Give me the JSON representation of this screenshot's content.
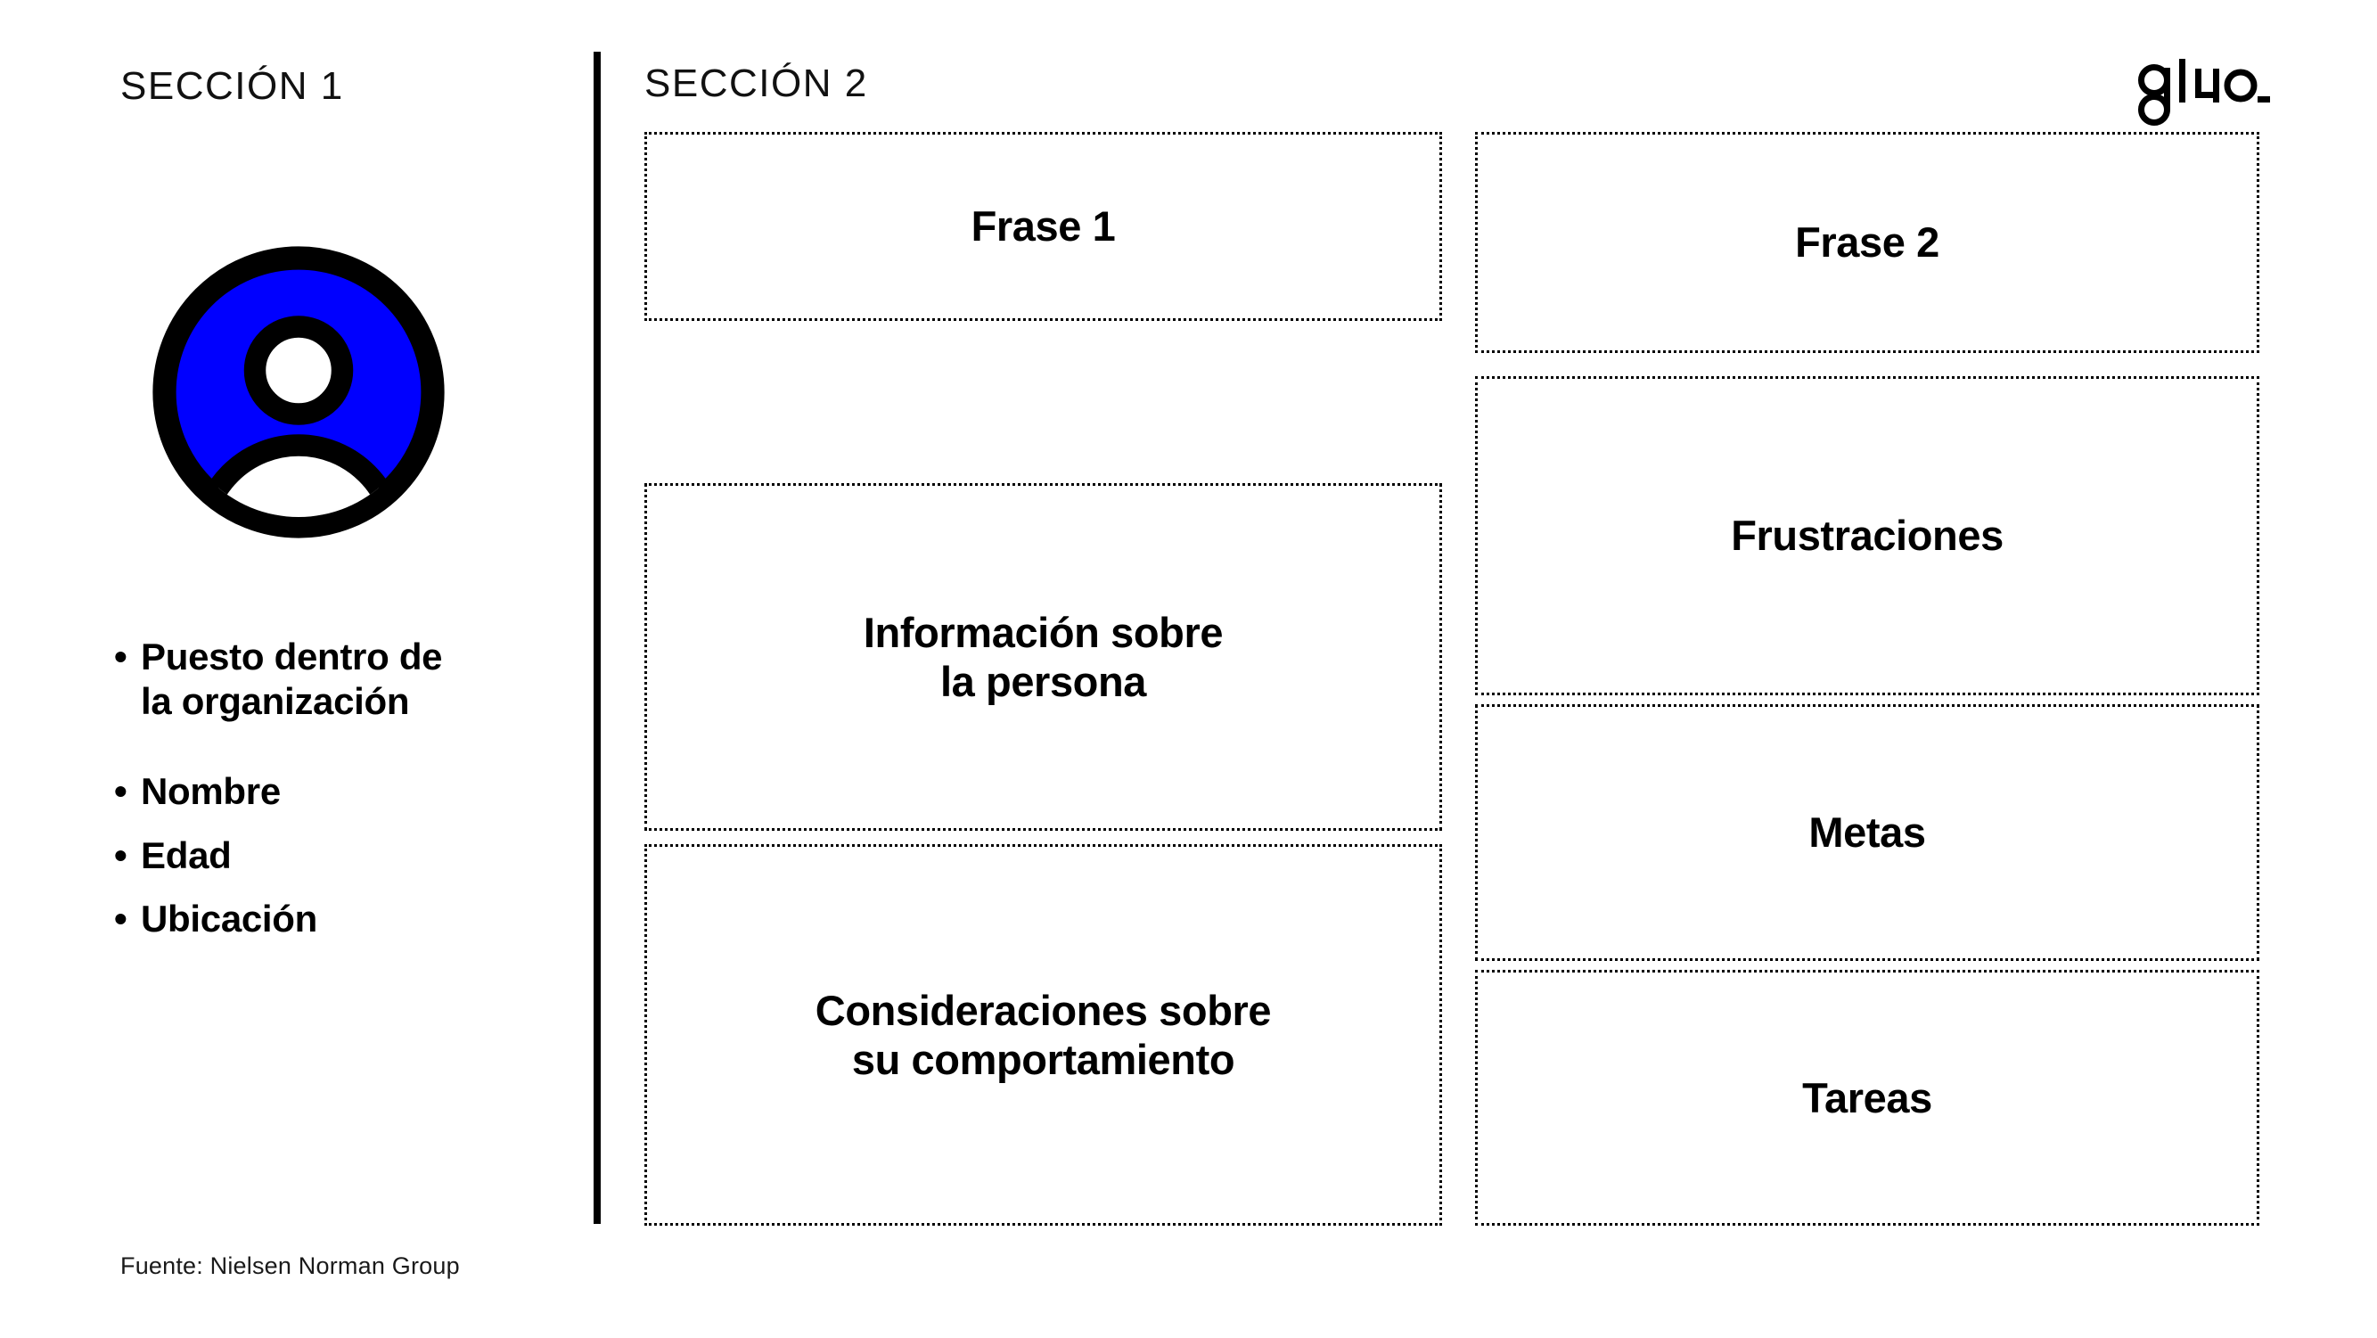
{
  "page": {
    "background_color": "#ffffff",
    "text_color": "#000000",
    "accent_color": "#0000ff"
  },
  "header": {
    "section_1_title": "SECCIÓN 1",
    "section_2_title": "SECCIÓN 2",
    "logo_text": "gluo_"
  },
  "left_section": {
    "avatar_icon_name": "user-avatar-icon",
    "avatar_fill_color": "#0000ff",
    "avatar_stroke_color": "#000000",
    "bullets": [
      {
        "marker": "•",
        "label": "Puesto dentro de\nla organización"
      },
      {
        "marker": "•",
        "label": "Nombre"
      },
      {
        "marker": "•",
        "label": "Edad"
      },
      {
        "marker": "•",
        "label": "Ubicación"
      }
    ],
    "footnote": "Fuente: Nielsen Norman Group"
  },
  "center_column": {
    "boxes": [
      {
        "label": "Frase 1"
      },
      {
        "label": "Información sobre\nla persona"
      },
      {
        "label": "Consideraciones sobre\nsu comportamiento"
      }
    ]
  },
  "right_column": {
    "boxes": [
      {
        "label": "Frase 2"
      },
      {
        "label": "Frustraciones"
      },
      {
        "label": "Metas"
      },
      {
        "label": "Tareas"
      }
    ]
  }
}
